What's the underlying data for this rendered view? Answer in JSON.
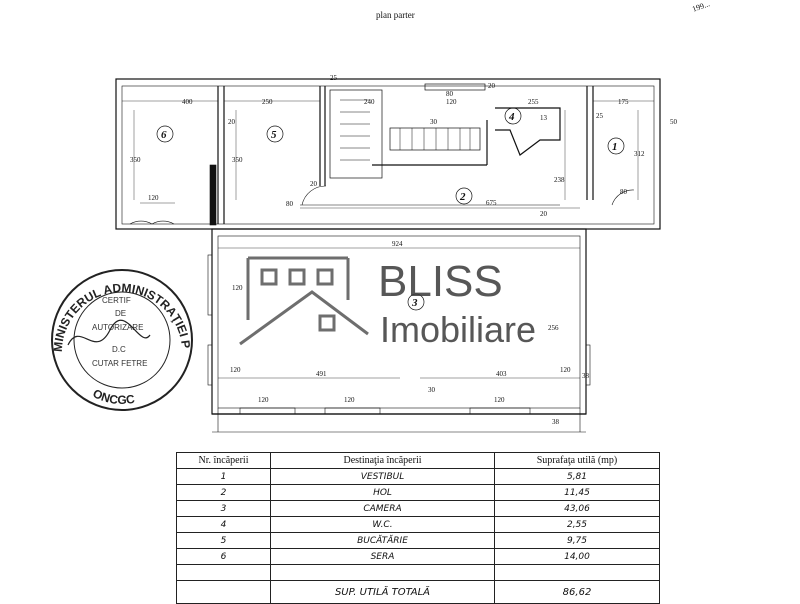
{
  "caption": "plan parter",
  "corner_note": "199...",
  "plan": {
    "room_labels": [
      "1",
      "2",
      "3",
      "4",
      "5",
      "6"
    ],
    "dimensions": [
      "400",
      "250",
      "240",
      "80",
      "120",
      "20",
      "255",
      "175",
      "25",
      "20",
      "350",
      "350",
      "30",
      "13",
      "25",
      "50",
      "312",
      "238",
      "80",
      "675",
      "20",
      "120",
      "80",
      "20",
      "924",
      "120",
      "120",
      "491",
      "403",
      "30",
      "120",
      "38",
      "120",
      "120",
      "120",
      "38",
      "256"
    ]
  },
  "watermark": {
    "line1": "BLISS",
    "line2": "Imobiliare"
  },
  "stamp": {
    "ring_top": "MINISTERUL ADMINISTRAŢIEI PUBLICE",
    "ring_bottom": "ONCGC",
    "inner": [
      "CERTIF",
      "DE",
      "AUTORIZARE",
      "D.C",
      "CUTAR FETRE"
    ]
  },
  "table": {
    "headers": [
      "Nr. încăperii",
      "Destinaţia încăperii",
      "Suprafaţa utilă (mp)"
    ],
    "rows": [
      {
        "nr": "1",
        "dest": "VESTIBUL",
        "area": "5,81"
      },
      {
        "nr": "2",
        "dest": "HOL",
        "area": "11,45"
      },
      {
        "nr": "3",
        "dest": "CAMERA",
        "area": "43,06"
      },
      {
        "nr": "4",
        "dest": "W.C.",
        "area": "2,55"
      },
      {
        "nr": "5",
        "dest": "BUCĂTĂRIE",
        "area": "9,75"
      },
      {
        "nr": "6",
        "dest": "SERA",
        "area": "14,00"
      }
    ],
    "total_label": "SUP. UTILĂ TOTALĂ",
    "total_value": "86,62"
  }
}
